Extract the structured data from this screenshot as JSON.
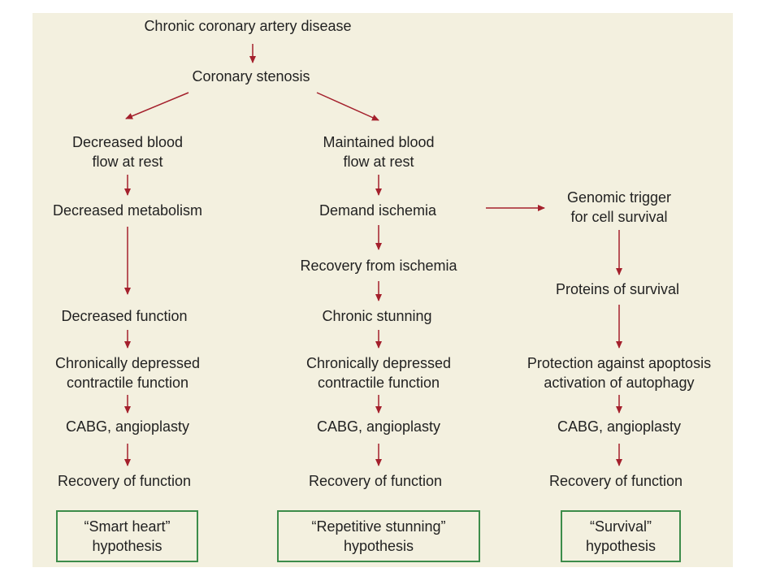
{
  "top": {
    "root": "Chronic coronary artery disease",
    "stenosis": "Coronary stenosis"
  },
  "left": {
    "n1": [
      "Decreased blood",
      "flow at rest"
    ],
    "n2": "Decreased metabolism",
    "n3": "Decreased function",
    "n4": [
      "Chronically depressed",
      "contractile function"
    ],
    "n5": "CABG, angioplasty",
    "n6": "Recovery of function",
    "hypothesis": [
      "“Smart heart”",
      "hypothesis"
    ]
  },
  "middle": {
    "n1": [
      "Maintained blood",
      "flow at rest"
    ],
    "n2": "Demand ischemia",
    "n3": "Recovery from ischemia",
    "n4": "Chronic stunning",
    "n5": [
      "Chronically depressed",
      "contractile function"
    ],
    "n6": "CABG, angioplasty",
    "n7": "Recovery of function",
    "hypothesis": [
      "“Repetitive stunning”",
      "hypothesis"
    ]
  },
  "right": {
    "n1": [
      "Genomic trigger",
      "for cell survival"
    ],
    "n2": "Proteins of survival",
    "n3": [
      "Protection against apoptosis",
      "activation of autophagy"
    ],
    "n4": "CABG, angioplasty",
    "n5": "Recovery of function",
    "hypothesis": [
      "“Survival”",
      "hypothesis"
    ]
  },
  "colors": {
    "arrow": "#a4202c",
    "box_border": "#3c8c4a",
    "panel": "#f3f0df"
  }
}
